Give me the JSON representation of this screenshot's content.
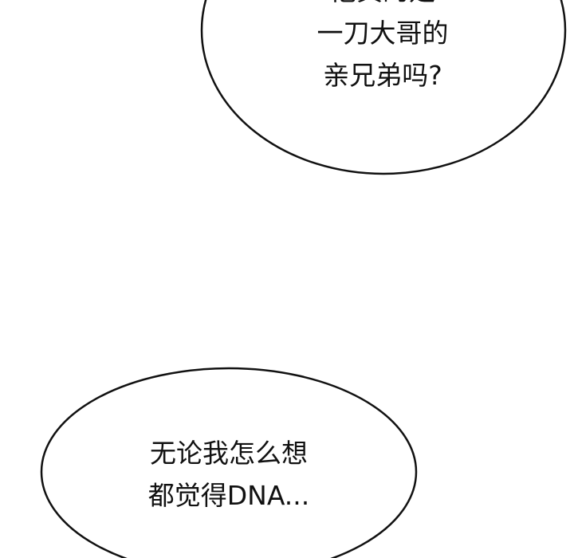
{
  "bubbles": [
    {
      "lines": [
        "他真的是",
        "一刀大哥的",
        "亲兄弟吗?"
      ]
    },
    {
      "lines": [
        "无论我怎么想",
        "都觉得DNA..."
      ]
    }
  ],
  "colors": {
    "background": "#ffffff",
    "outline": "#111111",
    "text": "#111111"
  }
}
